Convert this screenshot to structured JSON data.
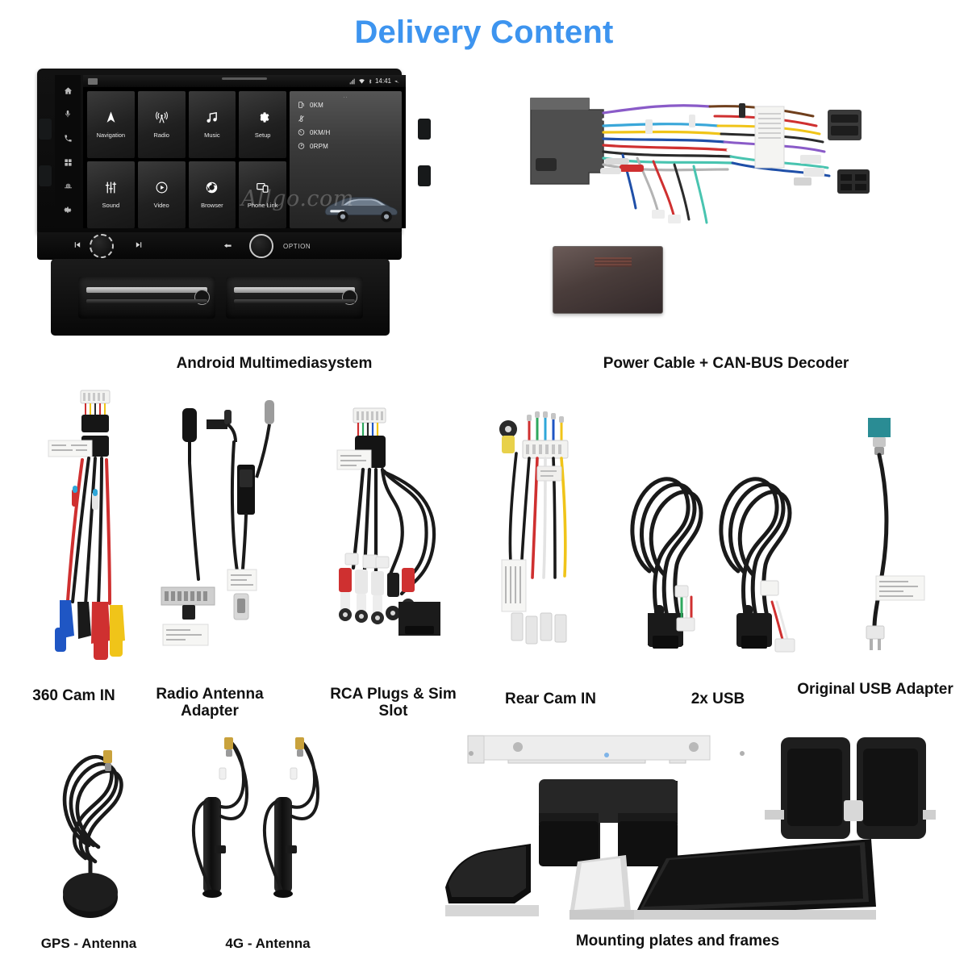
{
  "title": "Delivery Content",
  "theme": {
    "title_color": "#3d94ef",
    "caption_color": "#111111"
  },
  "head_unit": {
    "status_bar": {
      "time": "14:41",
      "icons": [
        "signal-icon",
        "wifi-icon",
        "bluetooth-icon",
        "back-icon",
        "recents-icon"
      ]
    },
    "side_icons": [
      "home-icon",
      "microphone-icon",
      "phone-icon",
      "apps-grid-icon",
      "camera-icon",
      "settings-icon"
    ],
    "apps": [
      {
        "label": "Navigation",
        "icon": "navigation-arrow-icon"
      },
      {
        "label": "Radio",
        "icon": "radio-tower-icon"
      },
      {
        "label": "Music",
        "icon": "music-note-icon"
      },
      {
        "label": "Setup",
        "icon": "gear-icon"
      },
      {
        "label": "Sound",
        "icon": "equalizer-icon"
      },
      {
        "label": "Video",
        "icon": "play-circle-icon"
      },
      {
        "label": "Browser",
        "icon": "chrome-browser-icon"
      },
      {
        "label": "Phone Link",
        "icon": "phone-link-icon"
      }
    ],
    "info_panel": {
      "dots": "..",
      "stats": [
        {
          "icon": "fuel-icon",
          "value": "0KM"
        },
        {
          "icon": "temperature-icon",
          "value": ""
        },
        {
          "icon": "speedometer-icon",
          "value": "0KM/H"
        },
        {
          "icon": "rpm-icon",
          "value": "0RPM"
        }
      ]
    },
    "watermark": "Allgo.com",
    "control_bar": {
      "prev_icon": "previous-track-icon",
      "next_icon": "next-track-icon",
      "back_icon": "back-arrow-icon",
      "option_label": "OPTION"
    }
  },
  "products": {
    "row1": [
      {
        "caption": "Android Multimediasystem"
      },
      {
        "caption": "Power Cable + CAN-BUS Decoder"
      }
    ],
    "row2": [
      {
        "caption": "360 Cam IN"
      },
      {
        "caption": "Radio Antenna Adapter"
      },
      {
        "caption": "RCA Plugs & Sim Slot"
      },
      {
        "caption": "Rear Cam IN"
      },
      {
        "caption": "2x USB"
      },
      {
        "caption": "Original USB Adapter"
      }
    ],
    "row3": [
      {
        "caption": "GPS - Antenna"
      },
      {
        "caption": "4G - Antenna"
      },
      {
        "caption": "Mounting plates and frames"
      }
    ]
  }
}
